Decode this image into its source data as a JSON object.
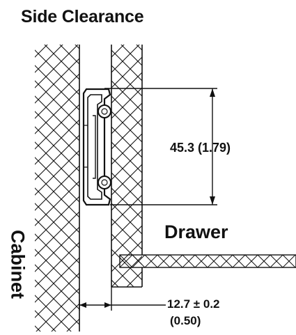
{
  "diagram": {
    "title": "Side Clearance",
    "labels": {
      "cabinet": "Cabinet",
      "drawer": "Drawer"
    },
    "dimensions": {
      "slide_height": "45.3 (1.79)",
      "side_gap": "12.7 ± 0.2",
      "side_gap_inch": "(0.50)"
    },
    "colors": {
      "line": "#111111",
      "background": "#ffffff"
    }
  }
}
